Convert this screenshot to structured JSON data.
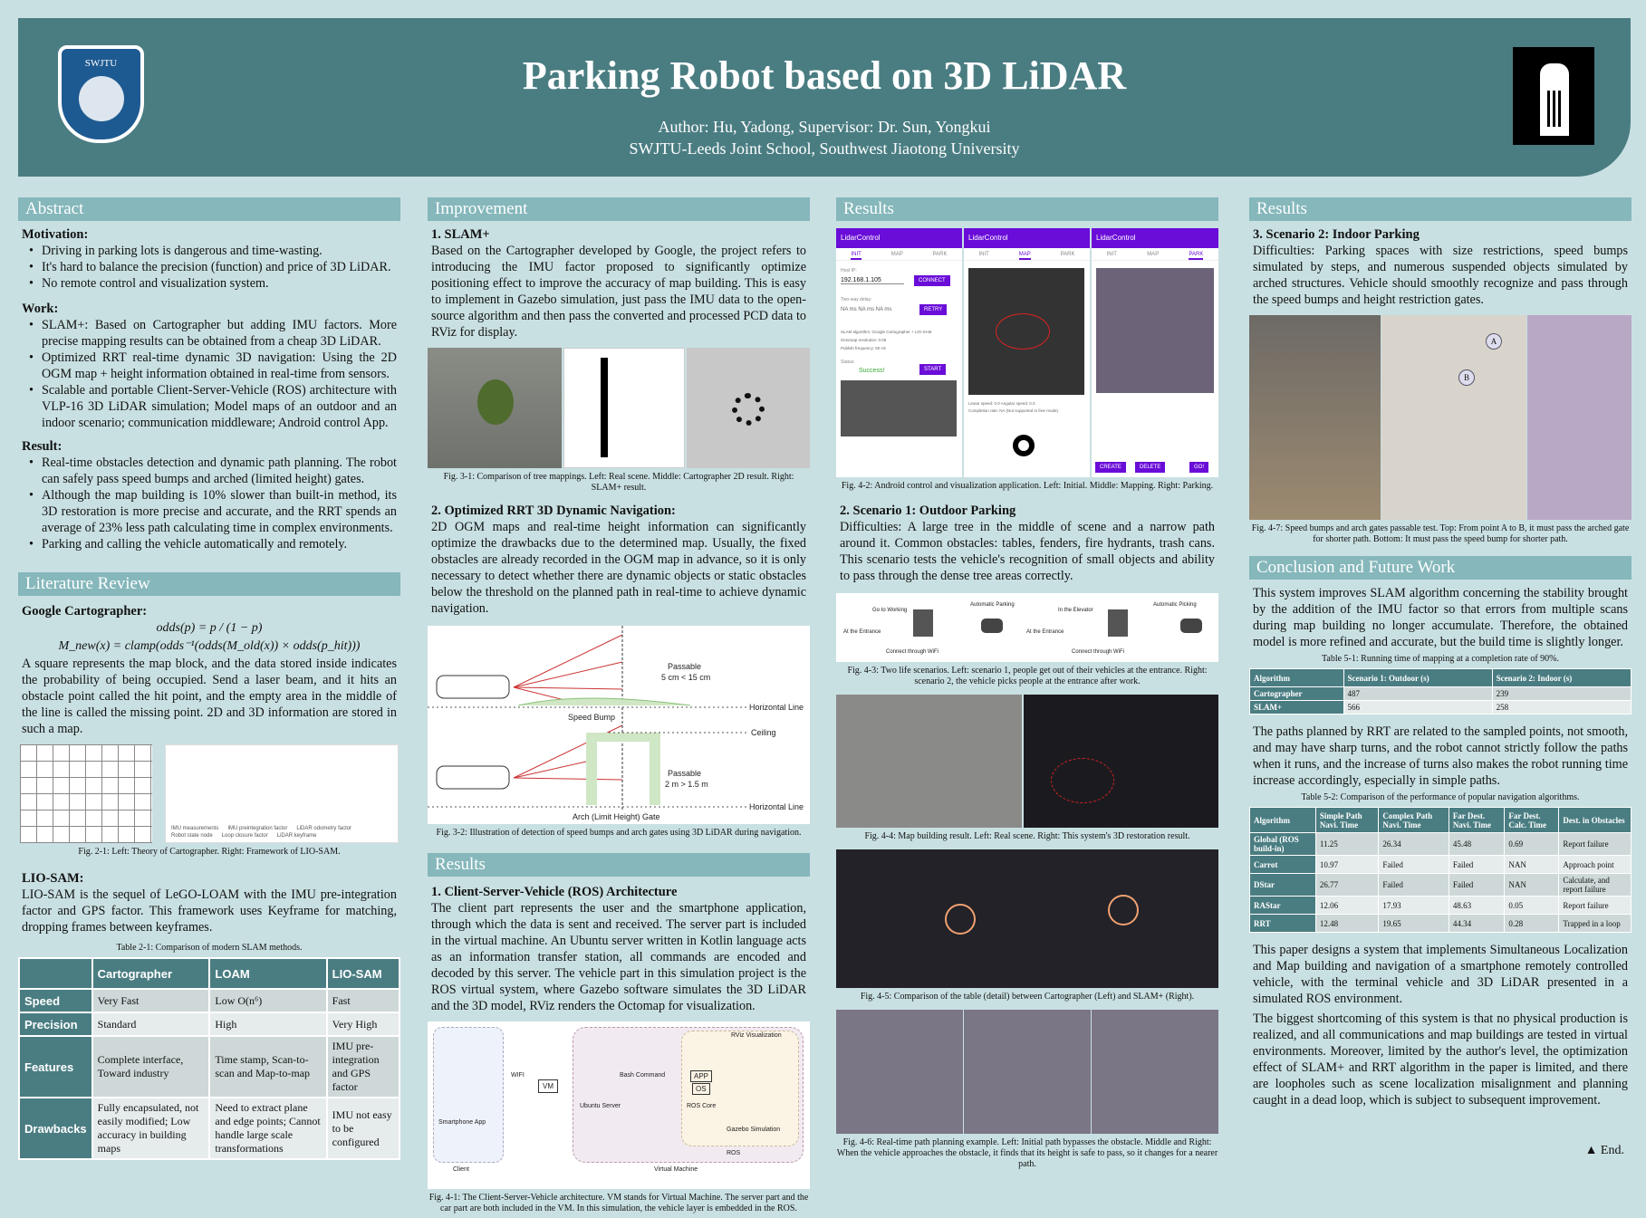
{
  "header": {
    "title": "Parking Robot based on 3D LiDAR",
    "authors": "Author: Hu, Yadong,   Supervisor: Dr. Sun, Yongkui",
    "school": "SWJTU-Leeds Joint School, Southwest Jiaotong University",
    "logo_left_text": "SWJTU",
    "logo_right": "Leeds tower logo"
  },
  "abstract": {
    "title": "Abstract",
    "motivation_h": "Motivation:",
    "motivation": [
      "Driving in parking lots is dangerous and time-wasting.",
      "It's hard to balance the precision (function) and price of 3D LiDAR.",
      "No remote control and visualization system."
    ],
    "work_h": "Work:",
    "work": [
      "SLAM+: Based on Cartographer but adding IMU factors. More precise mapping results can be obtained from a cheap 3D LiDAR.",
      "Optimized RRT real-time dynamic 3D navigation: Using the 2D OGM map + height information obtained in real-time from sensors.",
      "Scalable and portable Client-Server-Vehicle (ROS) architecture with VLP-16 3D LiDAR simulation; Model maps of an outdoor and an indoor scenario; communication middleware; Android control App."
    ],
    "result_h": "Result:",
    "result": [
      "Real-time obstacles detection and dynamic path planning. The robot can safely pass speed bumps and arched (limited height) gates.",
      "Although the map building is 10% slower than built-in method, its 3D restoration is more precise and accurate, and the RRT spends an average of 23% less path calculating time in complex environments.",
      "Parking and calling the vehicle automatically and remotely."
    ]
  },
  "lit": {
    "title": "Literature Review",
    "carto_h": "Google Cartographer:",
    "f1": "odds(p) = p / (1 − p)",
    "f2": "M_new(x) = clamp(odds⁻¹(odds(M_old(x)) × odds(p_hit)))",
    "carto_p": "A square represents the map block, and the data stored inside indicates the probability of being occupied. Send a laser beam, and it hits an obstacle point called the hit point, and the empty area in the middle of the line is called the missing point. 2D and 3D information are stored in such a map.",
    "fig_legend": [
      "IMU measurements",
      "IMU preintegration factor",
      "LiDAR odometry factor",
      "Robot state node",
      "Loop closure factor",
      "LiDAR keyframe"
    ],
    "fig_cap": "Fig. 2-1: Left: Theory of Cartographer. Right: Framework of LIO-SAM.",
    "lio_h": "LIO-SAM:",
    "lio_p": "LIO-SAM is the sequel of LeGO-LOAM with the IMU pre-integration factor and GPS factor. This framework uses Keyframe for matching, dropping frames between keyframes.",
    "table_cap": "Table 2-1: Comparison of modern SLAM methods.",
    "table": {
      "headers": [
        "",
        "Cartographer",
        "LOAM",
        "LIO-SAM"
      ],
      "rows": [
        [
          "Speed",
          "Very Fast",
          "Low O(n⁶)",
          "Fast"
        ],
        [
          "Precision",
          "Standard",
          "High",
          "Very High"
        ],
        [
          "Features",
          "Complete interface, Toward industry",
          "Time stamp, Scan-to-scan and Map-to-map",
          "IMU pre-integration and GPS factor"
        ],
        [
          "Drawbacks",
          "Fully encapsulated, not easily modified; Low accuracy in building maps",
          "Need to extract plane and edge points; Cannot handle large scale transformations",
          "IMU not easy to be configured"
        ]
      ]
    }
  },
  "improve": {
    "title": "Improvement",
    "s1_h": "1. SLAM+",
    "s1_p": "Based on the Cartographer developed by Google, the project refers to introducing the IMU factor proposed to significantly optimize positioning effect to improve the accuracy of map building. This is easy to implement in Gazebo simulation, just pass the IMU data to the open-source algorithm and then pass the converted and processed PCD data to RViz for display.",
    "fig31_cap": "Fig. 3-1: Comparison of tree mappings. Left: Real scene. Middle: Cartographer 2D result. Right: SLAM+ result.",
    "s2_h": "2. Optimized RRT 3D Dynamic Navigation:",
    "s2_p": "2D OGM maps and real-time height information can significantly optimize the drawbacks due to the determined map. Usually, the fixed obstacles are already recorded in the OGM map in advance, so it is only necessary to detect whether there are dynamic objects or static obstacles below the threshold on the planned path in real-time to achieve dynamic navigation.",
    "fig32": {
      "passable1": "Passable",
      "cond1": "5 cm < 15 cm",
      "bump": "Speed Bump",
      "hline1": "Horizontal Line",
      "ceiling": "Ceiling",
      "passable2": "Passable",
      "cond2": "2 m > 1.5 m",
      "hline2": "Horizontal Line",
      "gate": "Arch (Limit Height) Gate"
    },
    "fig32_cap": "Fig. 3-2: Illustration of detection of speed bumps and arch gates using 3D LiDAR during navigation."
  },
  "results2": {
    "title": "Results",
    "s1_h": "1. Client-Server-Vehicle (ROS) Architecture",
    "s1_p": "The client part represents the user and the smartphone application, through which the data is sent and received. The server part is included in the virtual machine. An Ubuntu server written in Kotlin language acts as an information transfer station, all commands are encoded and decoded by this server. The vehicle part in this simulation project is the ROS virtual system, where Gazebo software simulates the 3D LiDAR and the 3D model, RViz renders the Octomap for visualization.",
    "fig41": {
      "phone": "Smartphone App",
      "client": "Client",
      "wifi": "WIFI",
      "vm": "VM",
      "bash": "Bash Command",
      "ubuntu": "Ubuntu Server",
      "app": "APP",
      "os": "OS",
      "roscore": "ROS Core",
      "rviz": "RViz Visualization",
      "gazebo": "Gazebo Simulation",
      "ros": "ROS",
      "virtual": "Virtual Machine"
    },
    "fig41_cap": "Fig. 4-1: The Client-Server-Vehicle architecture. VM stands for Virtual Machine. The server part and the car part are both included in the VM. In this simulation, the vehicle layer is embedded in the ROS."
  },
  "results3": {
    "title": "Results",
    "app": {
      "name": "LidarControl",
      "tabs": [
        "INIT",
        "MAP",
        "PARK"
      ],
      "host_label": "Host IP:",
      "host": "192.168.1.105",
      "connect": "CONNECT",
      "delay_label": "Two-way delay:",
      "delay": "NA ms   NA ms   NA ms",
      "retry": "RETRY",
      "slam": "SLAM algorithm: Google Cartographer + LIO-SAM",
      "octo": "Octomap resolution: 0.05",
      "freq": "Publish frequency: 50 Hz",
      "status_label": "Status:",
      "status": "Success!",
      "start": "START",
      "speed": "Linear speed: 0.0   Angular speed: 0.0",
      "completion": "Completion rate: NA (Not supported in free mode)",
      "create": "CREATE",
      "delete": "DELETE",
      "go": "GO!"
    },
    "fig42_cap": "Fig. 4-2: Android control and visualization application. Left: Initial. Middle: Mapping. Right: Parking.",
    "s2_h": "2. Scenario 1: Outdoor Parking",
    "s2_p": "Difficulties: A large tree in the middle of scene and a narrow path around it. Common obstacles: tables, fenders, fire hydrants, trash cans. This scenario tests the vehicle's recognition of small objects and ability to pass through the dense tree areas correctly.",
    "fig43": {
      "goto": "Go to Working",
      "auto_park": "Automatic Parking",
      "entrance1": "At the Entrance",
      "wifi1": "Connect through WiFi",
      "elevator": "In the Elevator",
      "auto_pick": "Automatic Picking",
      "entrance2": "At the Entrance",
      "wifi2": "Connect through WiFi"
    },
    "fig43_cap": "Fig. 4-3: Two life scenarios. Left: scenario 1, people get out of their vehicles at the entrance. Right: scenario 2, the vehicle picks people at the entrance after work.",
    "fig44_cap": "Fig. 4-4: Map building result. Left: Real scene. Right: This system's 3D restoration result.",
    "fig45_cap": "Fig. 4-5: Comparison of the table (detail) between Cartographer (Left) and SLAM+ (Right).",
    "fig46_cap": "Fig. 4-6: Real-time path planning example. Left: Initial path bypasses the obstacle. Middle and Right: When the vehicle approaches the obstacle, it finds that its height is safe to pass, so it changes for a nearer path."
  },
  "results4": {
    "title": "Results",
    "s3_h": "3. Scenario 2: Indoor Parking",
    "s3_p": "Difficulties: Parking spaces with size restrictions, speed bumps simulated by steps, and numerous suspended objects simulated by arched structures. Vehicle should smoothly recognize and pass through the speed bumps and height restriction gates.",
    "fig47_cap": "Fig. 4-7: Speed bumps and arch gates passable test. Top: From point A to B, it must pass the arched gate for shorter path. Bottom: It must pass the speed bump for shorter path.",
    "pa": "A",
    "pb": "B"
  },
  "conclusion": {
    "title": "Conclusion and Future Work",
    "p1": "This system improves SLAM algorithm concerning the stability brought by the addition of the IMU factor so that errors from multiple scans during map building no longer accumulate. Therefore, the obtained model is more refined and accurate, but the build time is slightly longer.",
    "t1_cap": "Table 5-1: Running time of mapping at a completion rate of 90%.",
    "t1": {
      "headers": [
        "Algorithm",
        "Scenario 1: Outdoor (s)",
        "Scenario 2: Indoor (s)"
      ],
      "rows": [
        [
          "Cartographer",
          "487",
          "239"
        ],
        [
          "SLAM+",
          "566",
          "258"
        ]
      ]
    },
    "p2": "The paths planned by RRT are related to the sampled points, not smooth, and may have sharp turns, and the robot cannot strictly follow the paths when it runs, and the increase of turns also makes the robot running time increase accordingly, especially in simple paths.",
    "t2_cap": "Table 5-2: Comparison of the performance of popular navigation algorithms.",
    "t2": {
      "headers": [
        "Algorithm",
        "Simple Path Navi. Time",
        "Complex Path Navi. Time",
        "Far Dest. Navi. Time",
        "Far Dest. Calc. Time",
        "Dest. in Obstacles"
      ],
      "rows": [
        [
          "Global (ROS build-in)",
          "11.25",
          "26.34",
          "45.48",
          "0.69",
          "Report failure"
        ],
        [
          "Carrot",
          "10.97",
          "Failed",
          "Failed",
          "NAN",
          "Approach point"
        ],
        [
          "DStar",
          "26.77",
          "Failed",
          "Failed",
          "NAN",
          "Calculate, and report failure"
        ],
        [
          "RAStar",
          "12.06",
          "17.93",
          "48.63",
          "0.05",
          "Report failure"
        ],
        [
          "RRT",
          "12.48",
          "19.65",
          "44.34",
          "0.28",
          "Trapped in a loop"
        ]
      ]
    },
    "p3": "This paper designs a system that implements Simultaneous Localization and Map building and navigation of a smartphone remotely controlled vehicle, with the terminal vehicle and 3D LiDAR presented in a simulated ROS environment.",
    "p4": "The biggest shortcoming of this system is that no physical production is realized, and all communications and map buildings are tested in virtual environments. Moreover, limited by the author's level, the optimization effect of SLAM+ and RRT algorithm in the paper is limited, and there are loopholes such as scene localization misalignment and planning caught in a dead loop, which is subject to subsequent improvement.",
    "end": "▲ End."
  }
}
